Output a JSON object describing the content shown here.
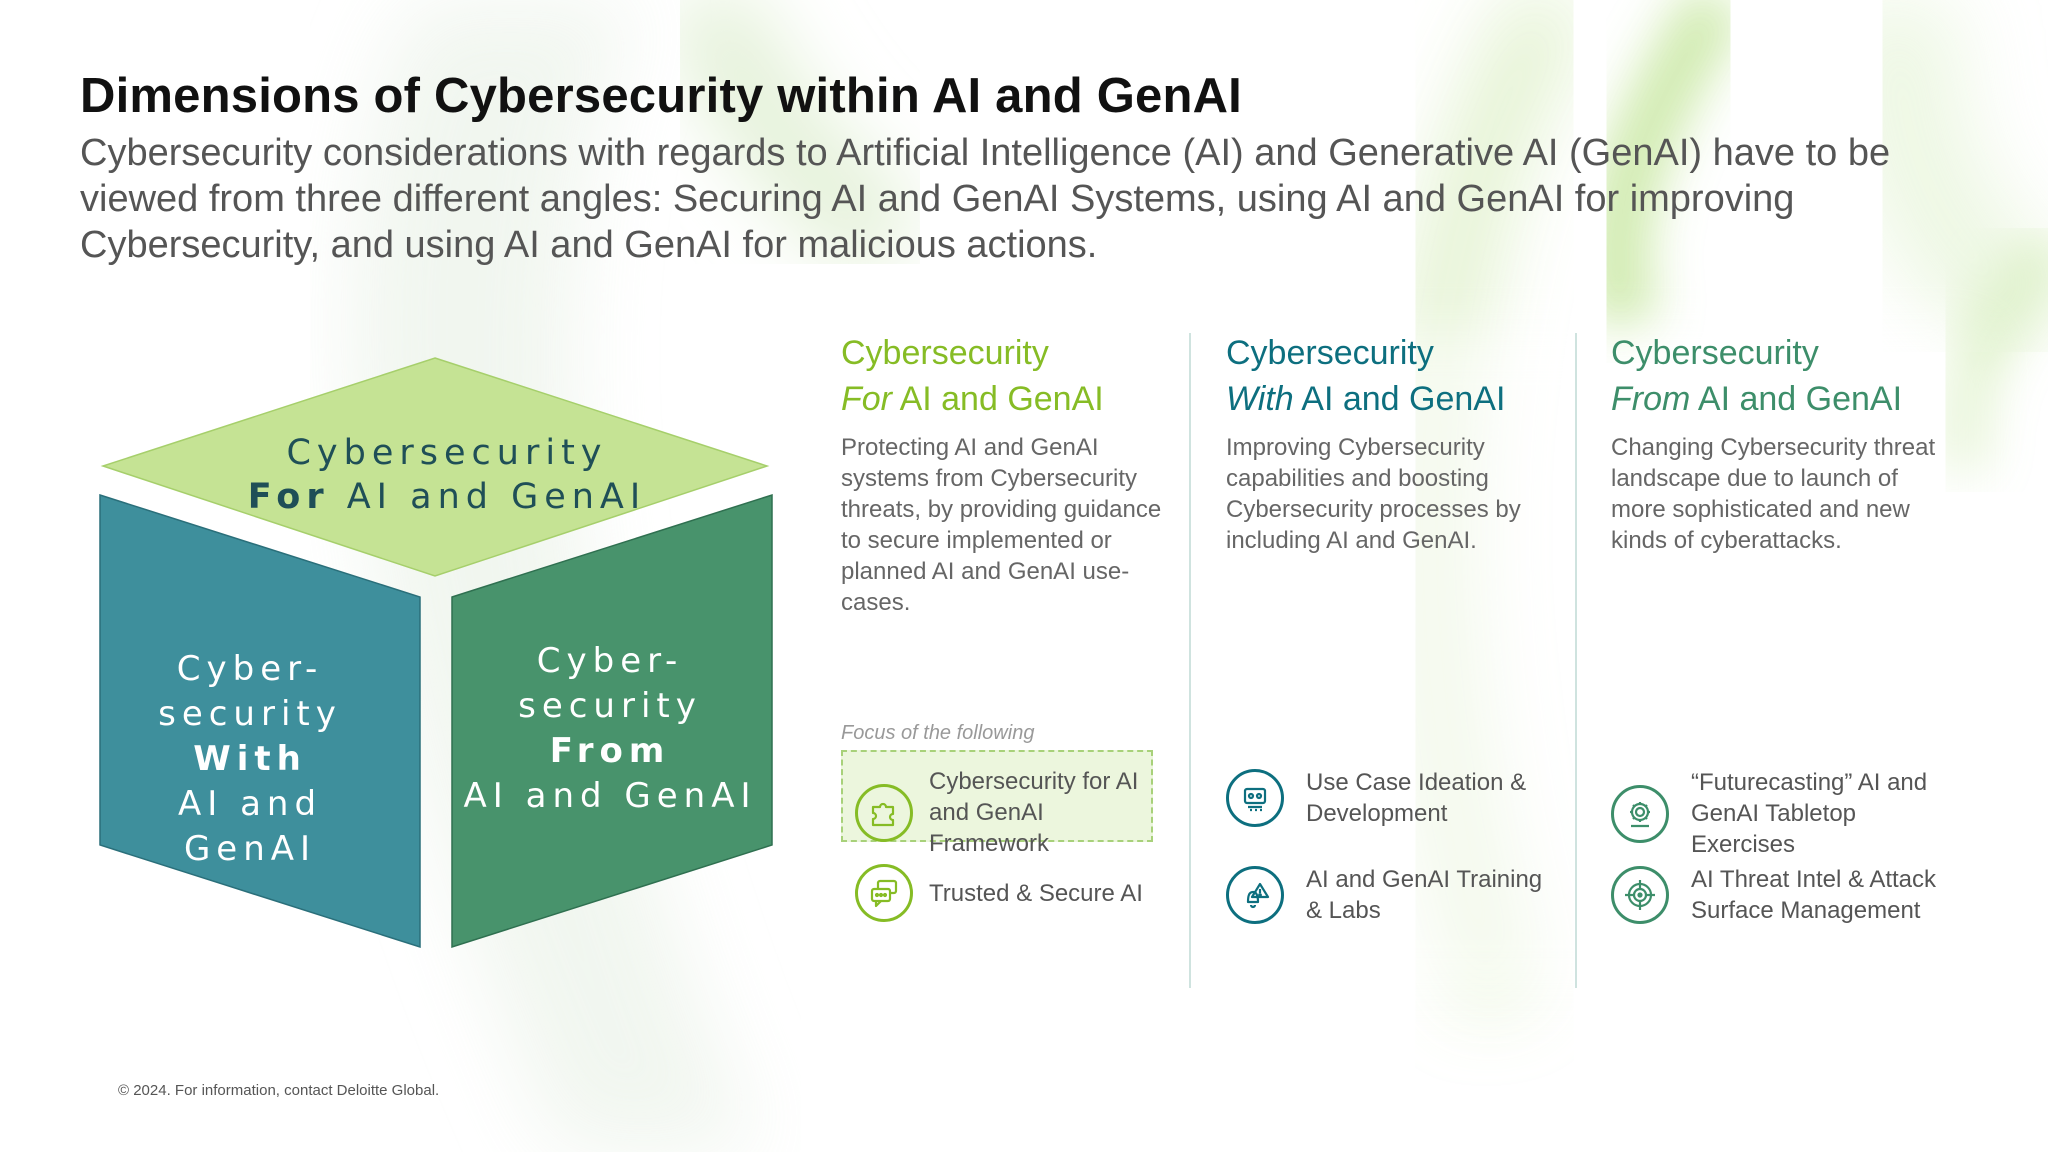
{
  "title": "Dimensions of Cybersecurity within AI and GenAI",
  "subtitle": "Cybersecurity considerations with regards to Artificial Intelligence (AI) and Generative AI (GenAI) have to be viewed from three different angles: Securing AI and GenAI Systems, using AI and GenAI for improving Cybersecurity, and using AI and GenAI for malicious actions.",
  "colors": {
    "lime": "#86bc25",
    "cube_top": "#c5e394",
    "cube_left": "#3e8f9c",
    "cube_right": "#48936c",
    "teal_text": "#0d6f7f",
    "green_text": "#3d8e6a"
  },
  "cube": {
    "top": {
      "line1": "Cybersecurity",
      "bold": "For",
      "rest": "AI and GenAI"
    },
    "left": {
      "line1": "Cyber-",
      "line2": "security",
      "bold": "With",
      "line4": "AI and",
      "line5": "GenAI"
    },
    "right": {
      "line1": "Cyber-",
      "line2": "security",
      "bold": "From",
      "line4": "AI and GenAI"
    }
  },
  "columns": [
    {
      "title_line1": "Cybersecurity",
      "title_em": "For",
      "title_rest": " AI and GenAI",
      "description": "Protecting AI and GenAI systems from Cybersecurity threats, by providing guidance to secure implemented or planned AI and GenAI use-cases.",
      "focus_label": "Focus of the following",
      "items": [
        {
          "icon": "puzzle-icon",
          "label": "Cybersecurity for AI and GenAI Framework"
        },
        {
          "icon": "chat-icon",
          "label": "Trusted & Secure AI"
        }
      ]
    },
    {
      "title_line1": "Cybersecurity",
      "title_em": "With",
      "title_rest": " AI and GenAI",
      "description": "Improving Cybersecurity capabilities and boosting Cybersecurity processes by including AI and GenAI.",
      "items": [
        {
          "icon": "robot-icon",
          "label": "Use Case Ideation & Development"
        },
        {
          "icon": "alert-bell-icon",
          "label": "AI and GenAI Training & Labs"
        }
      ]
    },
    {
      "title_line1": "Cybersecurity",
      "title_em": "From",
      "title_rest": " AI and GenAI",
      "description": "Changing Cybersecurity threat landscape due to launch of more sophisticated and new kinds of cyberattacks.",
      "items": [
        {
          "icon": "gear-icon",
          "label": "“Futurecasting” AI and GenAI Tabletop Exercises"
        },
        {
          "icon": "target-icon",
          "label": "AI Threat Intel & Attack Surface Management"
        }
      ]
    }
  ],
  "footer": "© 2024. For information, contact Deloitte Global."
}
